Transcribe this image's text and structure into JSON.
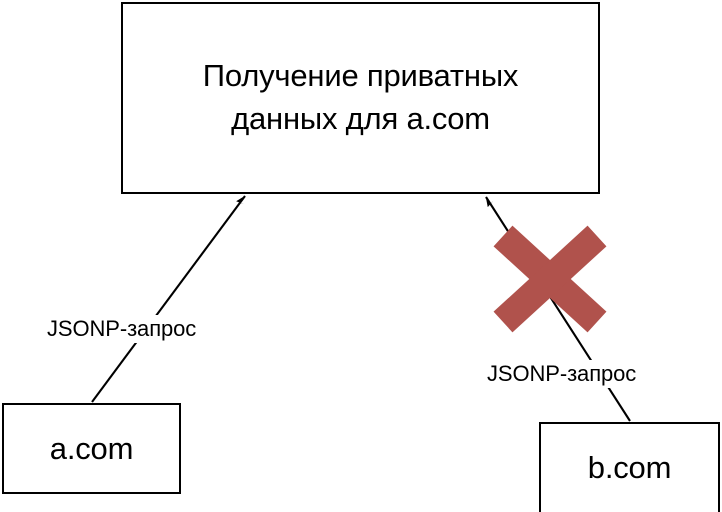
{
  "diagram": {
    "title_node": {
      "id": "main",
      "line1": "Получение приватных",
      "line2": "данных для a.com"
    },
    "nodes": [
      {
        "id": "a",
        "label": "a.com"
      },
      {
        "id": "b",
        "label": "b.com"
      }
    ],
    "edges": [
      {
        "id": "edge-a-to-main",
        "from": "a.com",
        "to": "main",
        "label": "JSONP-запрос",
        "blocked": false
      },
      {
        "id": "edge-b-to-main",
        "from": "b.com",
        "to": "main",
        "label": "JSONP-запрос",
        "blocked": true
      }
    ],
    "markers": [
      {
        "id": "blocked-cross",
        "icon": "cross-mark",
        "color": "#b0524c",
        "applies_to": "edge-b-to-main"
      }
    ],
    "colors": {
      "stroke": "#000000",
      "background": "#ffffff",
      "blocked": "#b0524c"
    }
  }
}
